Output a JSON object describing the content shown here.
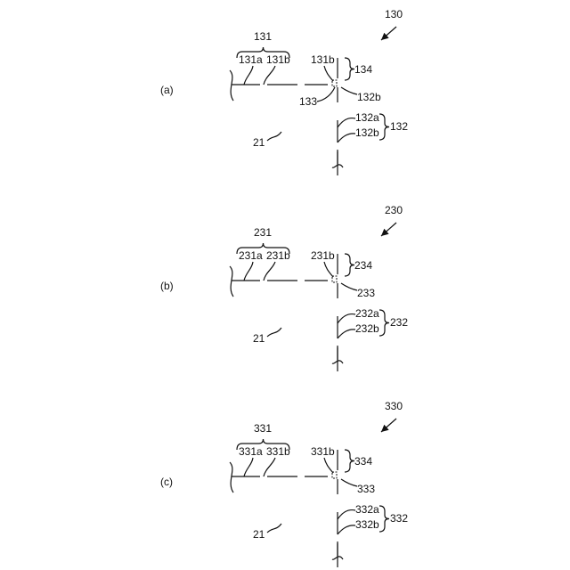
{
  "figure": {
    "line_color": "#111111",
    "background": "#ffffff",
    "panels": [
      {
        "tag": "(a)",
        "assembly_ref": "130",
        "upper_group": "131",
        "upper_left": "131a",
        "upper_right": "131b",
        "joint_label": "131b",
        "joint_top": "134",
        "joint_right": "132b",
        "joint_left": "133",
        "lower_a": "132a",
        "lower_b": "132b",
        "lower_group": "132",
        "area": "21"
      },
      {
        "tag": "(b)",
        "assembly_ref": "230",
        "upper_group": "231",
        "upper_left": "231a",
        "upper_right": "231b",
        "joint_label": "231b",
        "joint_top": "234",
        "joint_right": "233",
        "joint_left": "",
        "lower_a": "232a",
        "lower_b": "232b",
        "lower_group": "232",
        "area": "21"
      },
      {
        "tag": "(c)",
        "assembly_ref": "330",
        "upper_group": "331",
        "upper_left": "331a",
        "upper_right": "331b",
        "joint_label": "331b",
        "joint_top": "334",
        "joint_right": "333",
        "joint_left": "",
        "lower_a": "332a",
        "lower_b": "332b",
        "lower_group": "332",
        "area": "21"
      }
    ]
  }
}
